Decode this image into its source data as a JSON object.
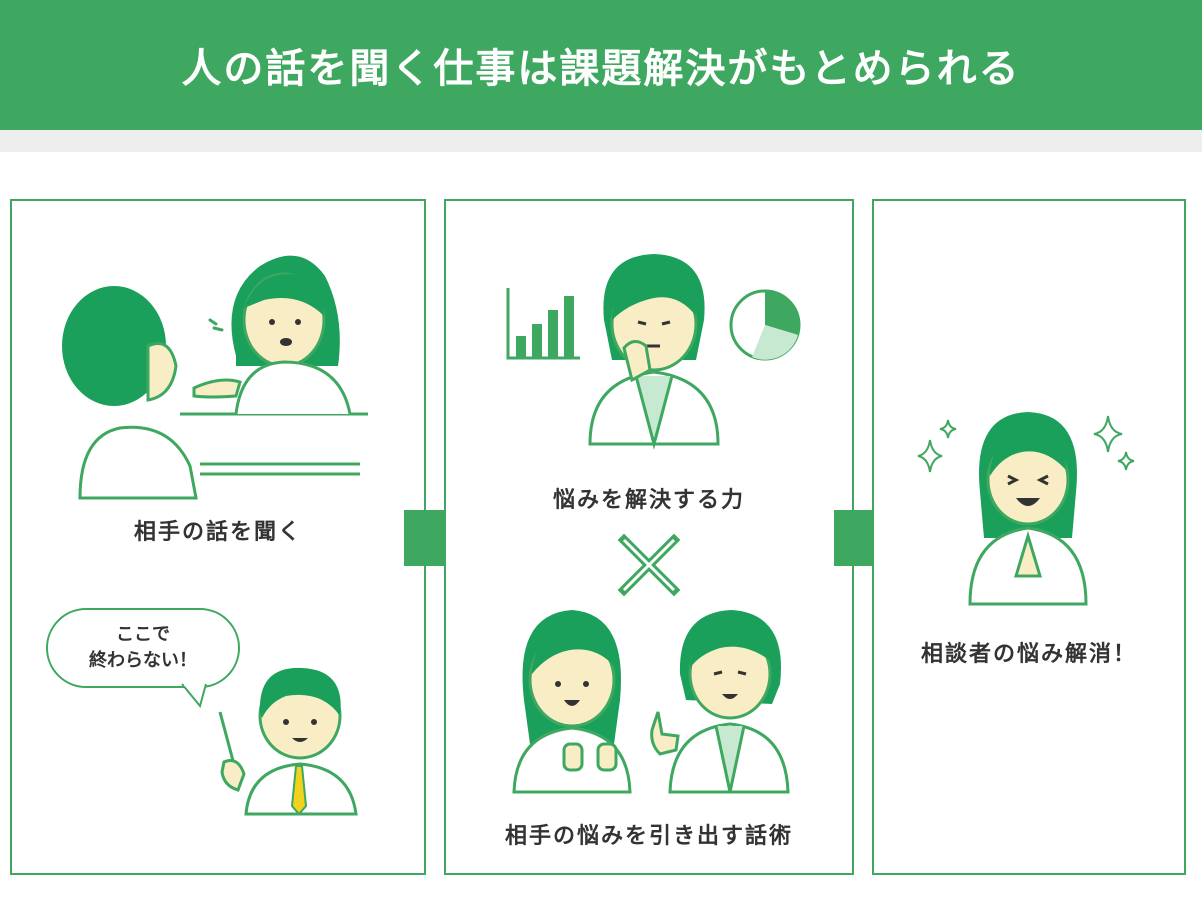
{
  "header": {
    "title": "人の話を聞く仕事は課題解決がもとめられる"
  },
  "panel1": {
    "label": "相手の話を聞く",
    "bubble_line1": "ここで",
    "bubble_line2": "終わらない！"
  },
  "panel2": {
    "label_top": "悩みを解決する力",
    "cross_symbol": "×",
    "label_bottom": "相手の悩みを引き出す話術"
  },
  "panel3": {
    "label": "相談者の悩み解消！"
  },
  "colors": {
    "primary_green": "#3fa860",
    "light_green": "#c7e8d1",
    "hair_green": "#1aa05a",
    "skin": "#f8edc4",
    "band_gray": "#eeeeee",
    "text": "#333333",
    "tie_yellow": "#f2d21c"
  }
}
